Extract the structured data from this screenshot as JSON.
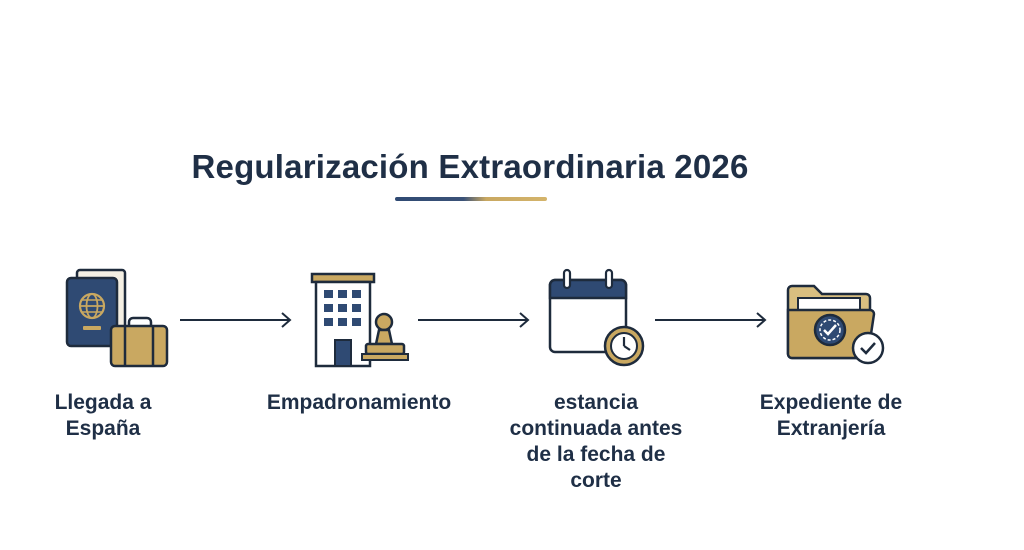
{
  "title": "Regularización Extraordinaria 2026",
  "colors": {
    "navy": "#2f4a73",
    "dark_text": "#1f2f46",
    "gold": "#c9a861",
    "outline": "#1e2b3c"
  },
  "steps": [
    {
      "label": "Llegada a\nEspaña",
      "icon": "passport-luggage-icon"
    },
    {
      "label": "Empadronamiento",
      "icon": "town-hall-stamp-icon"
    },
    {
      "label": "estancia\ncontinuada antes\nde la   fecha de\ncorte",
      "icon": "calendar-clock-icon"
    },
    {
      "label": "Expediente de\nExtranjería",
      "icon": "folder-seal-check-icon"
    }
  ]
}
